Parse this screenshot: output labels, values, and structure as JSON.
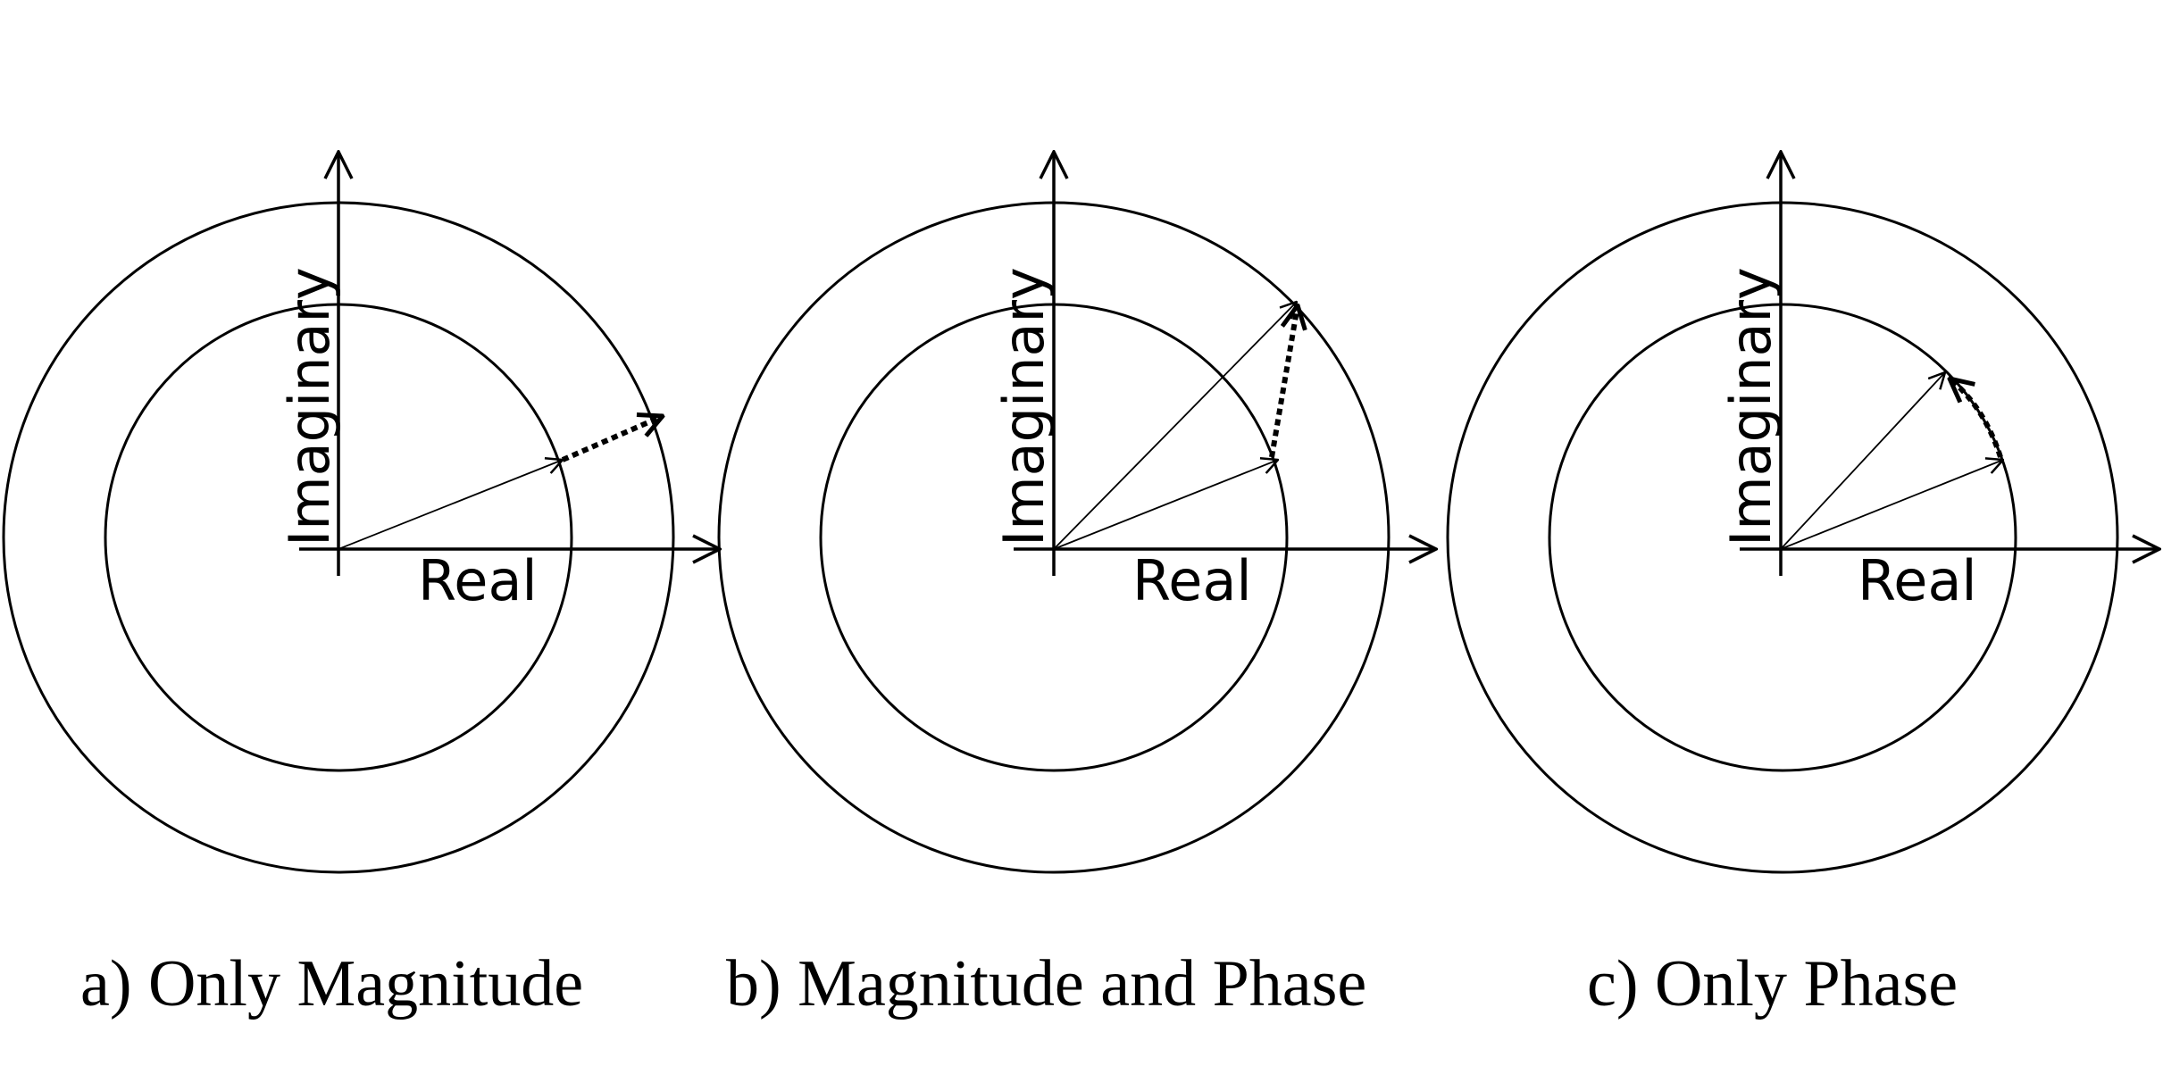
{
  "panels": [
    {
      "id": "a",
      "axis_real_label": "Real",
      "axis_imaginary_label": "Imaginary",
      "caption": "a) Only Magnitude"
    },
    {
      "id": "b",
      "axis_real_label": "Real",
      "axis_imaginary_label": "Imaginary",
      "caption": "b) Magnitude and Phase"
    },
    {
      "id": "c",
      "axis_real_label": "Real",
      "axis_imaginary_label": "Imaginary",
      "caption": "c) Only Phase"
    }
  ],
  "colors": {
    "ink": "#000000",
    "background": "#ffffff"
  }
}
